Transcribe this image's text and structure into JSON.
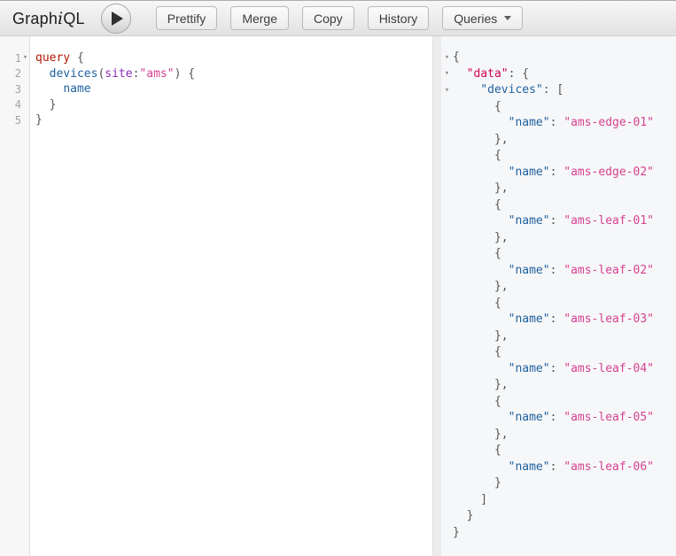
{
  "colors": {
    "keyword": "#B11A04",
    "property": "#1F61A0",
    "attribute": "#8B2BB9",
    "string": "#D64292",
    "def": "#D2054E",
    "punctuation": "#555555"
  },
  "toolbar": {
    "logo_pre": "Graph",
    "logo_i": "i",
    "logo_post": "QL",
    "execute_icon": "play-icon",
    "buttons": [
      "Prettify",
      "Merge",
      "Copy",
      "History"
    ],
    "queries_label": "Queries",
    "queries_caret_icon": "caret-down-icon"
  },
  "query_editor": {
    "line_numbers": [
      "1",
      "2",
      "3",
      "4",
      "5"
    ],
    "fold_marker_lines": [
      0
    ],
    "fold_marker_glyph": "▾",
    "lines": [
      [
        {
          "c": "keyword",
          "v": "query"
        },
        {
          "c": "punct",
          "v": " {"
        }
      ],
      [
        {
          "c": "punct",
          "v": "  "
        },
        {
          "c": "property",
          "v": "devices"
        },
        {
          "c": "punct",
          "v": "("
        },
        {
          "c": "attribute",
          "v": "site"
        },
        {
          "c": "punct",
          "v": ":"
        },
        {
          "c": "string",
          "v": "\"ams\""
        },
        {
          "c": "punct",
          "v": ") {"
        }
      ],
      [
        {
          "c": "punct",
          "v": "    "
        },
        {
          "c": "property",
          "v": "name"
        }
      ],
      [
        {
          "c": "punct",
          "v": "  }"
        }
      ],
      [
        {
          "c": "punct",
          "v": "}"
        }
      ]
    ]
  },
  "results": {
    "fold_marker_rows": [
      0,
      1,
      2
    ],
    "fold_marker_glyph": "▾",
    "root_key": "data",
    "list_key": "devices",
    "item_key": "name",
    "device_names": [
      "ams-edge-01",
      "ams-edge-02",
      "ams-leaf-01",
      "ams-leaf-02",
      "ams-leaf-03",
      "ams-leaf-04",
      "ams-leaf-05",
      "ams-leaf-06"
    ]
  }
}
